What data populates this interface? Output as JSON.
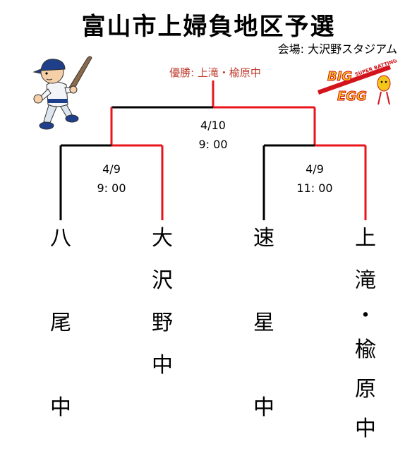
{
  "title": "富山市上婦負地区予選",
  "venue": "会場: 大沢野スタジアム",
  "winner": "優勝: 上滝・楡原中",
  "colors": {
    "winner_line": "#e8141c",
    "line": "#000000",
    "winner_text": "#c0392b",
    "logo_yellow": "#f3c61a",
    "logo_red": "#d3141c"
  },
  "matches": {
    "final": {
      "date": "4/10",
      "time": "9: 00"
    },
    "semi_left": {
      "date": "4/9",
      "time": "9: 00"
    },
    "semi_right": {
      "date": "4/9",
      "time": "11: 00"
    }
  },
  "teams": [
    {
      "chars": [
        "八",
        "尾",
        "中"
      ]
    },
    {
      "chars": [
        "大",
        "沢",
        "野",
        "中"
      ]
    },
    {
      "chars": [
        "速",
        "星",
        "中"
      ]
    },
    {
      "chars": [
        "上",
        "滝",
        "・",
        "楡",
        "原",
        "中"
      ]
    }
  ],
  "logo": {
    "line1": "BIG",
    "line2": "EGG",
    "tagline": "SUPER BATTING"
  },
  "icons": {
    "mascot": "baseball-player-icon",
    "logo": "big-egg-logo-icon"
  }
}
